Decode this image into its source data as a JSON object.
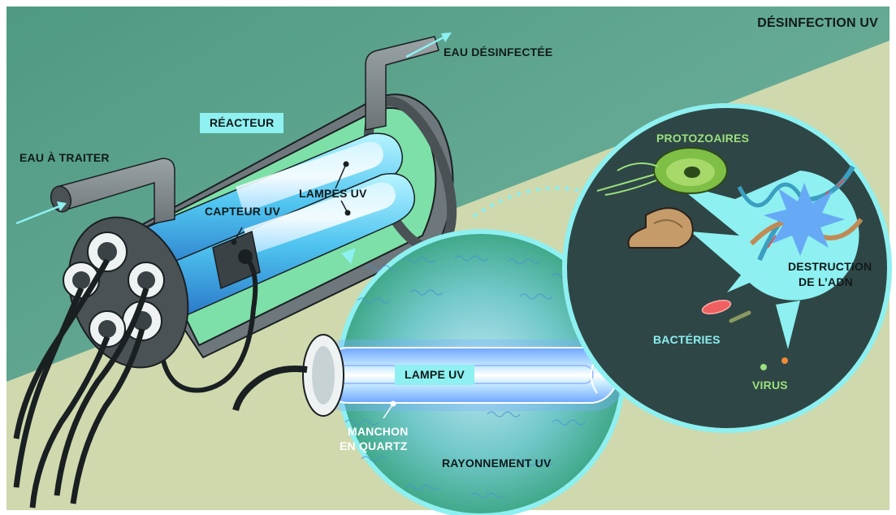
{
  "title": "DÉSINFECTION UV",
  "labels": {
    "eau_desinfectee": "EAU DÉSINFECTÉE",
    "eau_a_traiter": "EAU À TRAITER",
    "reacteur": "RÉACTEUR",
    "lampes_uv": "LAMPES UV",
    "capteur_uv": "CAPTEUR UV",
    "protozoaires": "PROTOZOAIRES",
    "destruction_line1": "DESTRUCTION",
    "destruction_line2": "DE L’ADN",
    "bacteries": "BACTÉRIES",
    "virus": "VIRUS",
    "lampe_uv": "LAMPE UV",
    "manchon_line1": "MANCHON",
    "manchon_line2": "EN QUARTZ",
    "rayonnement_uv": "RAYONNEMENT UV"
  },
  "colors": {
    "background_green": "#5a9e88",
    "background_pale": "#cfd9ad",
    "accent_cyan": "#8ef0f0",
    "label_green": "#9be07d",
    "dark_circle": "#2f4646"
  }
}
